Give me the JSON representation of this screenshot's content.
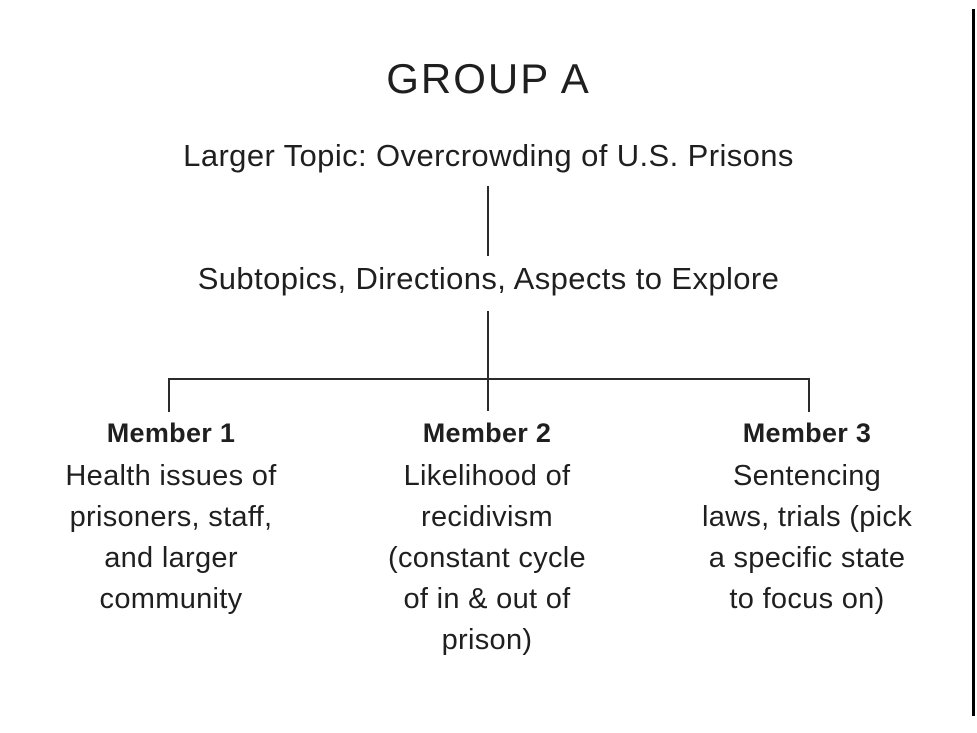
{
  "page": {
    "background_color": "#ffffff",
    "text_color": "#1f1f1f",
    "line_color": "#2b2b2b",
    "border_color": "#000000"
  },
  "diagram": {
    "group_title": "GROUP A",
    "main_topic": "Larger Topic: Overcrowding of U.S. Prisons",
    "subtopics_label": "Subtopics, Directions, Aspects to Explore",
    "members": [
      {
        "name": "Member 1",
        "topic": "Health issues of\nprisoners, staff,\nand larger\ncommunity"
      },
      {
        "name": "Member 2",
        "topic": "Likelihood of\nrecidivism\n(constant cycle\nof in & out of\nprison)"
      },
      {
        "name": "Member 3",
        "topic": "Sentencing\nlaws, trials (pick\na specific state\nto focus on)"
      }
    ]
  }
}
